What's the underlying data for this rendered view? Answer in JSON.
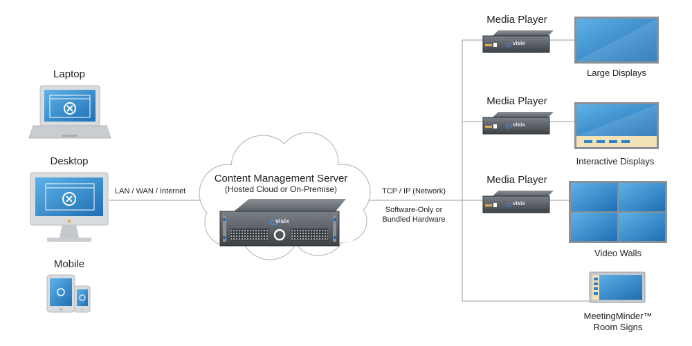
{
  "devices": {
    "laptop": "Laptop",
    "desktop": "Desktop",
    "mobile": "Mobile"
  },
  "links": {
    "left": "LAN / WAN / Internet",
    "right_top": "TCP / IP (Network)",
    "right_bottom_1": "Software-Only or",
    "right_bottom_2": "Bundled Hardware"
  },
  "server": {
    "title": "Content Management Server",
    "subtitle": "(Hosted Cloud or On-Premise)",
    "brand": "visix"
  },
  "players": [
    {
      "label": "Media Player",
      "brand": "visix"
    },
    {
      "label": "Media Player",
      "brand": "visix"
    },
    {
      "label": "Media Player",
      "brand": "visix"
    }
  ],
  "outputs": {
    "large": "Large Displays",
    "interactive": "Interactive Displays",
    "videowall": "Video Walls",
    "room_1": "MeetingMinder™",
    "room_2": "Room Signs"
  },
  "colors": {
    "screen_blue": "#3a8fd0",
    "frame_gray": "#cfd3d6",
    "device_dark": "#555b61",
    "accent_gold": "#e0b04a",
    "line_gray": "#9a9a9a"
  }
}
